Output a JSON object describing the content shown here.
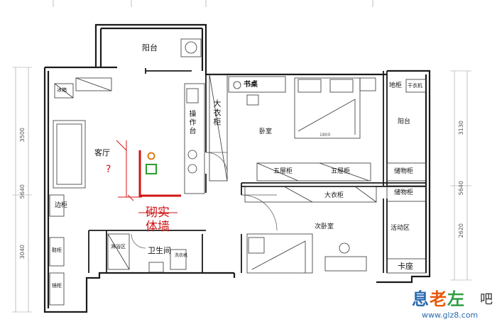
{
  "rooms": {
    "balcony_top": "阳台",
    "living_room": "客厅",
    "question_mark": "?",
    "study_desk": "书桌",
    "wardrobe_main": "大衣柜",
    "counter": "操作台",
    "master_bedroom": "卧室",
    "floor_cabinet": "地柜",
    "dryer": "干衣机",
    "balcony_right": "阳台",
    "five_drawer_1": "五屉柜",
    "five_drawer_2": "五屉柜",
    "storage_cabinet_1": "储物柜",
    "storage_cabinet_2": "储物柜",
    "wardrobe_second": "大衣柜",
    "second_bedroom": "次卧室",
    "activity_area": "活动区",
    "card_seat": "卡座",
    "bathroom": "卫生间",
    "shower_area": "淋浴区",
    "side_cabinet": "边柜",
    "fridge": "冰箱",
    "washer": "洗衣机",
    "shoe_cabinet": "鞋柜",
    "mirror_cabinet": "镜柜"
  },
  "annotation": {
    "line1": "砌实",
    "line2": "体墙"
  },
  "dimensions": {
    "left_total": "5640",
    "left_upper": "3500",
    "left_lower": "3040",
    "right_total": "5640",
    "right_upper": "3130",
    "right_lower": "2620",
    "bed_width": "1800"
  },
  "watermark": {
    "brand_1": "息",
    "brand_2": "老",
    "brand_3": "左",
    "suffix": "吧",
    "url": "www.glz8.com"
  },
  "colors": {
    "wall": "#1a1a1a",
    "annotation_red": "#d21414",
    "marker_green": "#2a9d2a",
    "marker_orange": "#e07a10"
  }
}
